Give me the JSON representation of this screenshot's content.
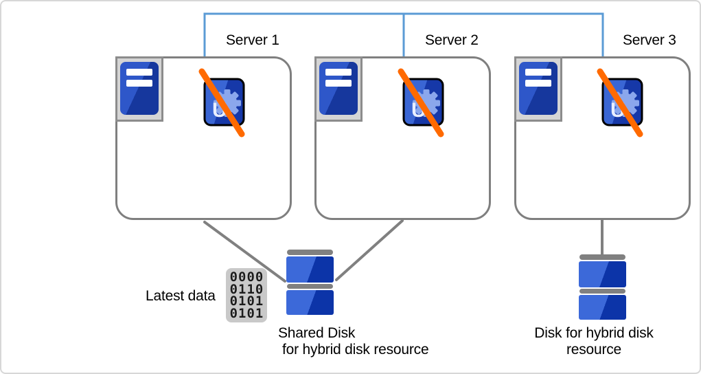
{
  "servers": [
    {
      "label": "Server 1"
    },
    {
      "label": "Server 2"
    },
    {
      "label": "Server 3"
    }
  ],
  "labels": {
    "latest_data": "Latest data",
    "shared_disk_line1": "Shared Disk",
    "shared_disk_line2": "for hybrid disk resource",
    "local_disk_line1": "Disk for hybrid disk",
    "local_disk_line2": "resource"
  },
  "icons": {
    "app_letter": "U",
    "binary_rows": [
      "0000",
      "0110",
      "0101",
      "0101"
    ]
  },
  "colors": {
    "network_line_blue": "#5b9bd5",
    "connector_gray": "#808080",
    "box_border_gray": "#7f7f7f",
    "disk_blue_light": "#3c69d9",
    "disk_blue_dark": "#0c34a8",
    "app_blue_light": "#3a66d4",
    "app_blue_dark": "#1638a8",
    "gear_blue": "#8ba7ec",
    "slash_orange": "#ff6a00",
    "hw_frame_gray": "#d5d5d5"
  }
}
